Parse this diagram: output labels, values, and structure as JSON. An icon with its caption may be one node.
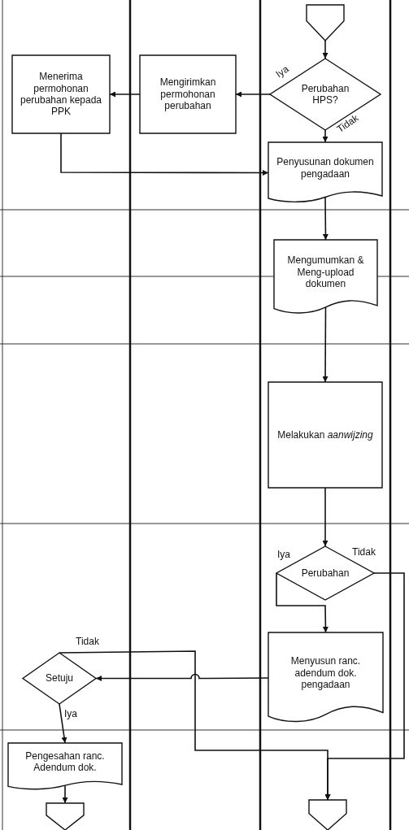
{
  "diagram": {
    "nodes": [
      {
        "text": [],
        "shape": "pentagon"
      },
      {
        "text": [
          "Perubahan HPS?"
        ]
      },
      {
        "text": [
          "Mengirimkan permohonan perubahan"
        ]
      },
      {
        "text": [
          "Menerima permohonan perubahan kepada PPK"
        ]
      },
      {
        "text": [
          "Penyusunan dokumen pengadaan"
        ]
      },
      {
        "text": [
          "Mengumumkan & Meng-upload dokumen"
        ]
      },
      {
        "text": [
          "Melakukan *aanwijzing*"
        ]
      },
      {
        "text": [
          "Perubahan"
        ]
      },
      {
        "text": [
          "Menyusun ranc. adendum dok. pengadaan"
        ]
      },
      {
        "text": [
          "Setuju"
        ]
      },
      {
        "text": [
          "Pengesahan ranc. Adendum dok."
        ]
      },
      {
        "text": [],
        "shape": "pentagon"
      },
      {
        "text": [],
        "shape": "pentagon"
      }
    ],
    "edges": [
      {
        "from": 0,
        "to": 1,
        "arrow": "to"
      },
      {
        "from": 1,
        "to": 2,
        "arrow": "to",
        "label": "Iya"
      },
      {
        "from": 2,
        "to": 3,
        "arrow": "to"
      },
      {
        "from": 3,
        "to": 4,
        "arrow": "to"
      },
      {
        "from": 1,
        "to": 4,
        "arrow": "to",
        "label": "Tidak"
      },
      {
        "from": 4,
        "to": 5,
        "arrow": "to"
      },
      {
        "from": 5,
        "to": 6,
        "arrow": "to"
      },
      {
        "from": 6,
        "to": 7,
        "arrow": "to"
      },
      {
        "from": 7,
        "to": 8,
        "arrow": "to",
        "label": "Iya"
      },
      {
        "from": 7,
        "to": 12,
        "arrow": "to",
        "label": "Tidak"
      },
      {
        "from": 8,
        "to": 9,
        "arrow": "to"
      },
      {
        "from": 9,
        "to": 12,
        "arrow": "to",
        "label": "Tidak"
      },
      {
        "from": 9,
        "to": 10,
        "arrow": "to",
        "label": "Iya"
      },
      {
        "from": 10,
        "to": 11,
        "arrow": "to"
      }
    ]
  }
}
